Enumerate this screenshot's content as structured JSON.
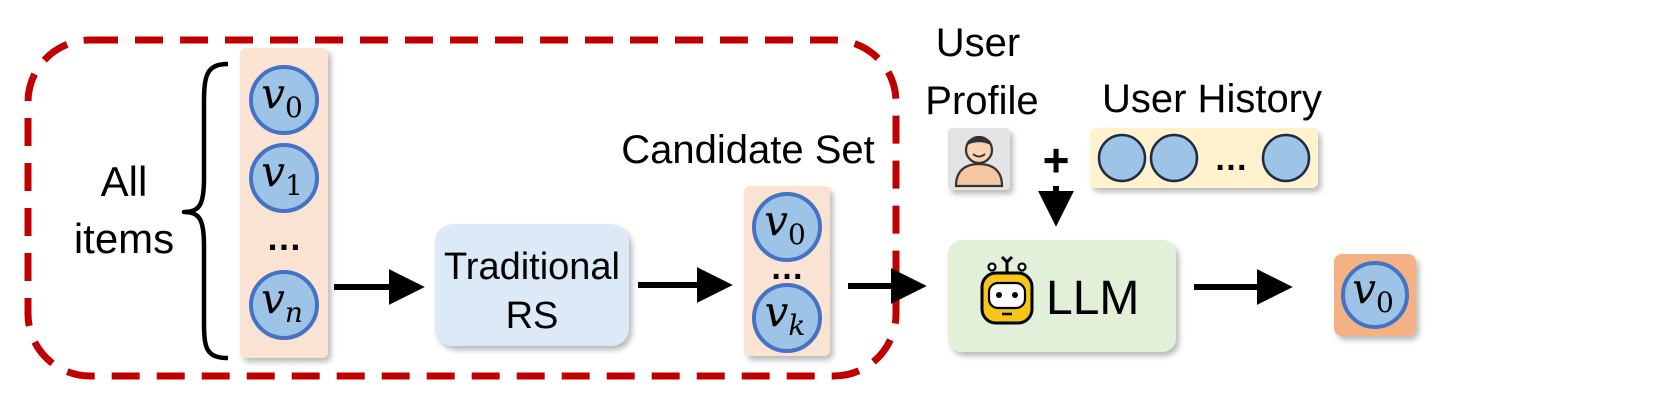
{
  "left_group": {
    "all_items_label_line1": "All",
    "all_items_label_line2": "items",
    "items": [
      {
        "base": "v",
        "sub": "0"
      },
      {
        "base": "v",
        "sub": "1"
      },
      {
        "base": "v",
        "sub": "n"
      }
    ],
    "ellipsis": "…"
  },
  "traditional_rs": {
    "line1": "Traditional",
    "line2": "RS"
  },
  "candidate_set": {
    "title": "Candidate Set",
    "items": [
      {
        "base": "v",
        "sub": "0"
      },
      {
        "base": "v",
        "sub": "k"
      }
    ],
    "ellipsis": "…"
  },
  "user_profile": {
    "line1": "User",
    "line2": "Profile"
  },
  "plus_sign": "+",
  "user_history": {
    "title": "User History",
    "ellipsis": "…"
  },
  "llm": {
    "label": "LLM"
  },
  "output": {
    "base": "v",
    "sub": "0"
  },
  "colors": {
    "dashed_border": "#c00000",
    "item_column_bg": "#fbe3d4",
    "circle_fill": "#9dc3e6",
    "circle_stroke": "#4472c4",
    "traditional_rs_bg": "#dce9f6",
    "llm_bg": "#e2efd9",
    "user_history_bg": "#fff2cc",
    "output_bg": "#f4b183",
    "robot_yellow": "#f5c518",
    "arrow": "#000000"
  }
}
